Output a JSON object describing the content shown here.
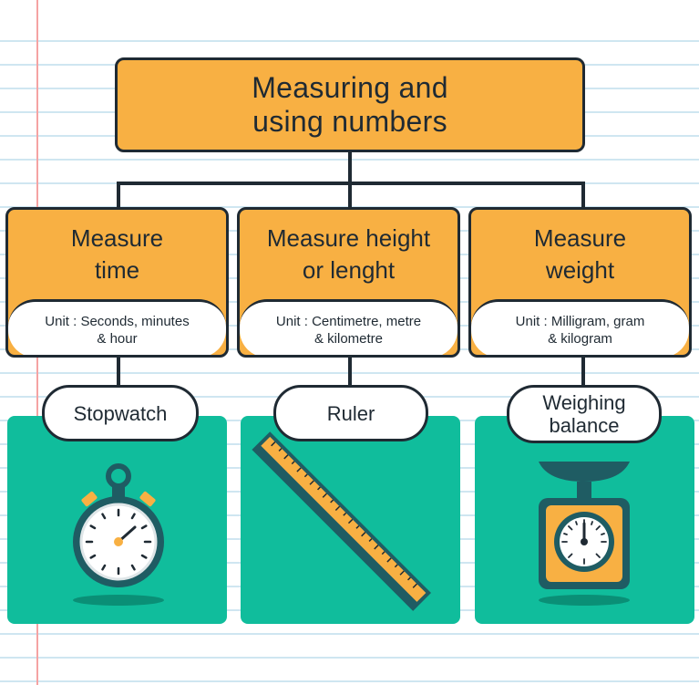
{
  "title": {
    "line1": "Measuring and",
    "line2": "using numbers"
  },
  "categories": [
    {
      "title_line1": "Measure",
      "title_line2": "time",
      "unit_line1": "Unit : Seconds, minutes",
      "unit_line2": "& hour",
      "tool": "Stopwatch",
      "icon": "stopwatch-icon"
    },
    {
      "title_line1": "Measure height",
      "title_line2": "or lenght",
      "unit_line1": "Unit : Centimetre, metre",
      "unit_line2": "& kilometre",
      "tool": "Ruler",
      "icon": "ruler-icon"
    },
    {
      "title_line1": "Measure",
      "title_line2": "weight",
      "unit_line1": "Unit : Milligram, gram",
      "unit_line2": "& kilogram",
      "tool_line1": "Weighing",
      "tool_line2": "balance",
      "icon": "weighing-scale-icon"
    }
  ],
  "colors": {
    "box_fill": "#f8b043",
    "outline": "#1f2a33",
    "panel": "#10bd9c",
    "dark_teal": "#1f5c63",
    "margin_line": "#f5a3a3",
    "ruled_line": "#cfe6f1"
  }
}
